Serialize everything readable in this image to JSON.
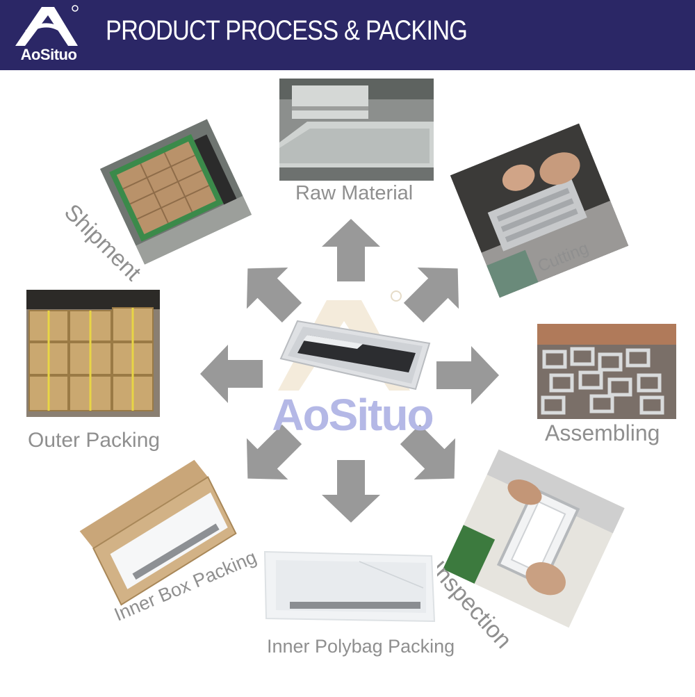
{
  "brand": {
    "name": "AoSituo"
  },
  "header": {
    "title": "PRODUCT PROCESS & PACKING"
  },
  "center": {
    "brand_text": "AoSituo"
  },
  "steps": {
    "raw_material": "Raw Material",
    "cutting": "Cutting",
    "assembling": "Assembling",
    "inspection": "Inspection",
    "inner_polybag": "Inner Polybag Packing",
    "inner_box": "Inner Box Packing",
    "outer_packing": "Outer Packing",
    "shipment": "Shipment"
  },
  "colors": {
    "header_bg": "#2b2766",
    "label": "#8f8f8f",
    "arrow": "#999999",
    "center_brand": "#b4b8e6"
  }
}
